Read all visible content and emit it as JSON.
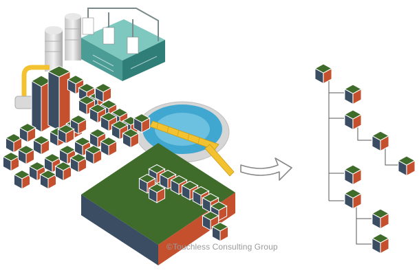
{
  "watermark": "©Touchless Consulting Group",
  "colors": {
    "cube_top": "#3f6b2b",
    "cube_left": "#3b4d63",
    "cube_right": "#c5502d",
    "cube_outline": "#ffffff",
    "tree_line": "#555555",
    "arrow": "#888888",
    "factory_roof": "#7fc8c0",
    "silo": "#dcdcdc",
    "pipe_yellow": "#f2c230",
    "water": "#3fa7d0"
  },
  "icons": [
    "data-cube-icon",
    "transform-arrow-icon",
    "factory-icon",
    "silo-icon",
    "clarifier-tank-icon"
  ],
  "tree": {
    "node_count": 9,
    "levels": 4
  }
}
